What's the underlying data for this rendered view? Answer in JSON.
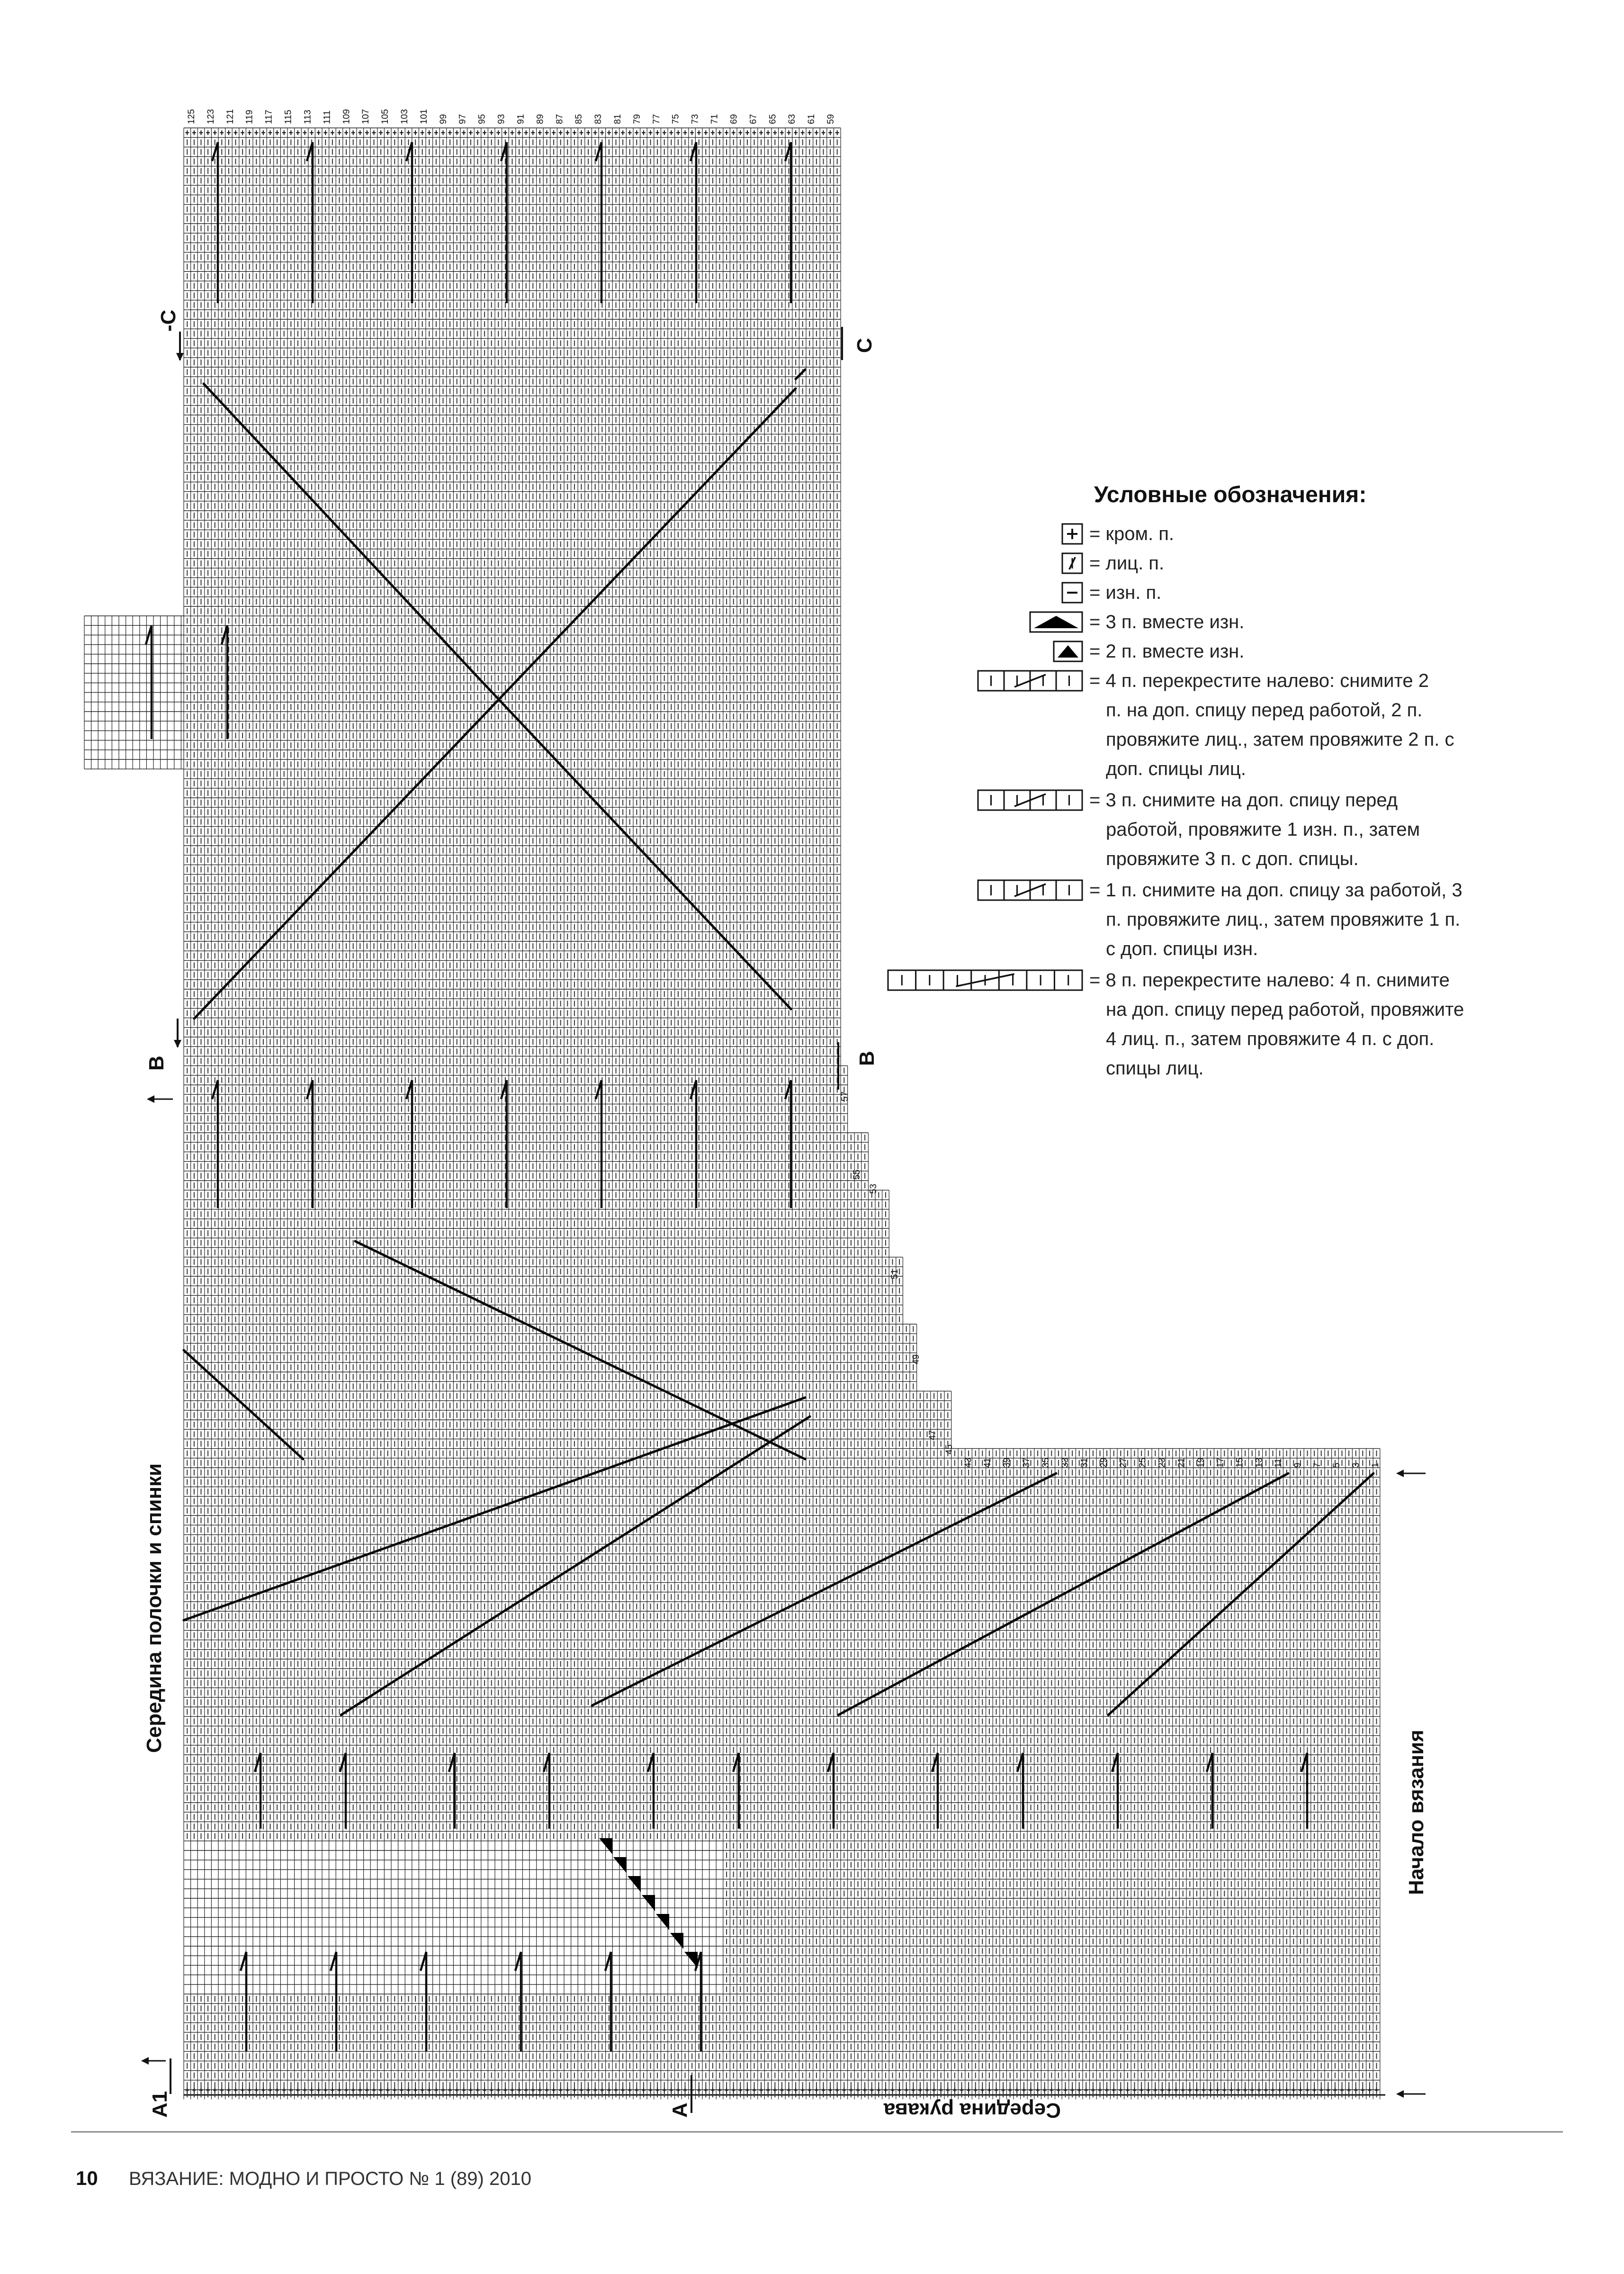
{
  "legend": {
    "title": "Условные обозначения:",
    "items": [
      {
        "symbol": "edge-stitch-icon",
        "lines": [
          "= кром. п."
        ]
      },
      {
        "symbol": "knit-stitch-icon",
        "lines": [
          "= лиц. п."
        ]
      },
      {
        "symbol": "purl-stitch-icon",
        "lines": [
          "= изн. п."
        ]
      },
      {
        "symbol": "purl-3-together-icon",
        "lines": [
          "= 3 п. вместе изн."
        ]
      },
      {
        "symbol": "purl-2-together-icon",
        "lines": [
          "= 2 п. вместе изн."
        ]
      },
      {
        "symbol": "cross-4-left-icon",
        "lines": [
          "= 4 п. перекрестите налево: снимите 2",
          "п. на доп. спицу перед работой, 2 п.",
          "провяжите лиц., затем провяжите 2 п. с",
          "доп. спицы лиц."
        ]
      },
      {
        "symbol": "cross-3-1-front-icon",
        "lines": [
          "= 3 п. снимите на доп. спицу перед",
          "работой, провяжите 1 изн. п., затем",
          "провяжите 3 п. с доп. спицы."
        ]
      },
      {
        "symbol": "cross-1-3-back-icon",
        "lines": [
          "= 1 п. снимите на доп. спицу за работой, 3",
          "п. провяжите лиц.,  затем провяжите 1 п.",
          "с доп. спицы изн."
        ]
      },
      {
        "symbol": "cross-8-left-icon",
        "lines": [
          "= 8 п. перекрестите налево: 4 п. снимите",
          "на доп. спицу перед работой, провяжите",
          "4 лиц. п., затем провяжите 4 п. с доп.",
          "спицы лиц."
        ]
      }
    ]
  },
  "chart": {
    "top_row_numbers": [
      "125",
      "123",
      "121",
      "119",
      "117",
      "115",
      "113",
      "111",
      "109",
      "107",
      "105",
      "103",
      "101",
      "99",
      "97",
      "95",
      "93",
      "91",
      "89",
      "87",
      "85",
      "83",
      "81",
      "79",
      "77",
      "75",
      "73",
      "71",
      "69",
      "67",
      "65",
      "63",
      "61",
      "59"
    ],
    "step_row_numbers": [
      "57",
      "55",
      "53",
      "51",
      "49",
      "47",
      "45"
    ],
    "bottom_row_numbers": [
      "43",
      "41",
      "39",
      "37",
      "35",
      "33",
      "31",
      "29",
      "27",
      "25",
      "23",
      "21",
      "19",
      "17",
      "15",
      "13",
      "11",
      "9",
      "7",
      "5",
      "3",
      "1"
    ],
    "markers": {
      "c_left": "-C",
      "c_right": "C",
      "b_left": "B",
      "b_right": "B",
      "a1": "A1",
      "a": "A"
    },
    "left_label": "Середина полочки и спинки",
    "right_label": "Начало вязания",
    "bottom_label": "Середина рукава"
  },
  "footer": {
    "page_number": "10",
    "magazine": "ВЯЗАНИЕ: МОДНО И ПРОСТО № 1 (89) 2010"
  }
}
